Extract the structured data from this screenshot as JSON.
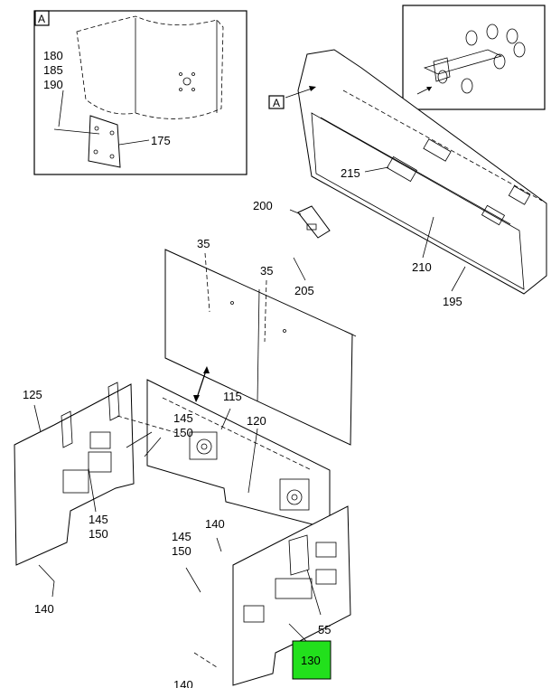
{
  "detail_box": {
    "label": "A"
  },
  "view_marker": {
    "label": "A"
  },
  "callouts": {
    "c180": "180",
    "c185": "185",
    "c190": "190",
    "c175": "175",
    "c215": "215",
    "c200": "200",
    "c210": "210",
    "c205": "205",
    "c195": "195",
    "c35a": "35",
    "c35b": "35",
    "c125": "125",
    "c115": "115",
    "c120": "120",
    "c145a": "145",
    "c150a": "150",
    "c145b": "145",
    "c150b": "150",
    "c140a": "140",
    "c145c": "145",
    "c150c": "150",
    "c140b": "140",
    "c55": "55",
    "c140c": "140",
    "c130": "130"
  },
  "colors": {
    "highlight": "#22e01c",
    "line": "#000000"
  },
  "icons": [
    "insulation-panel-drawing",
    "vehicle-chassis-thumbnail"
  ]
}
